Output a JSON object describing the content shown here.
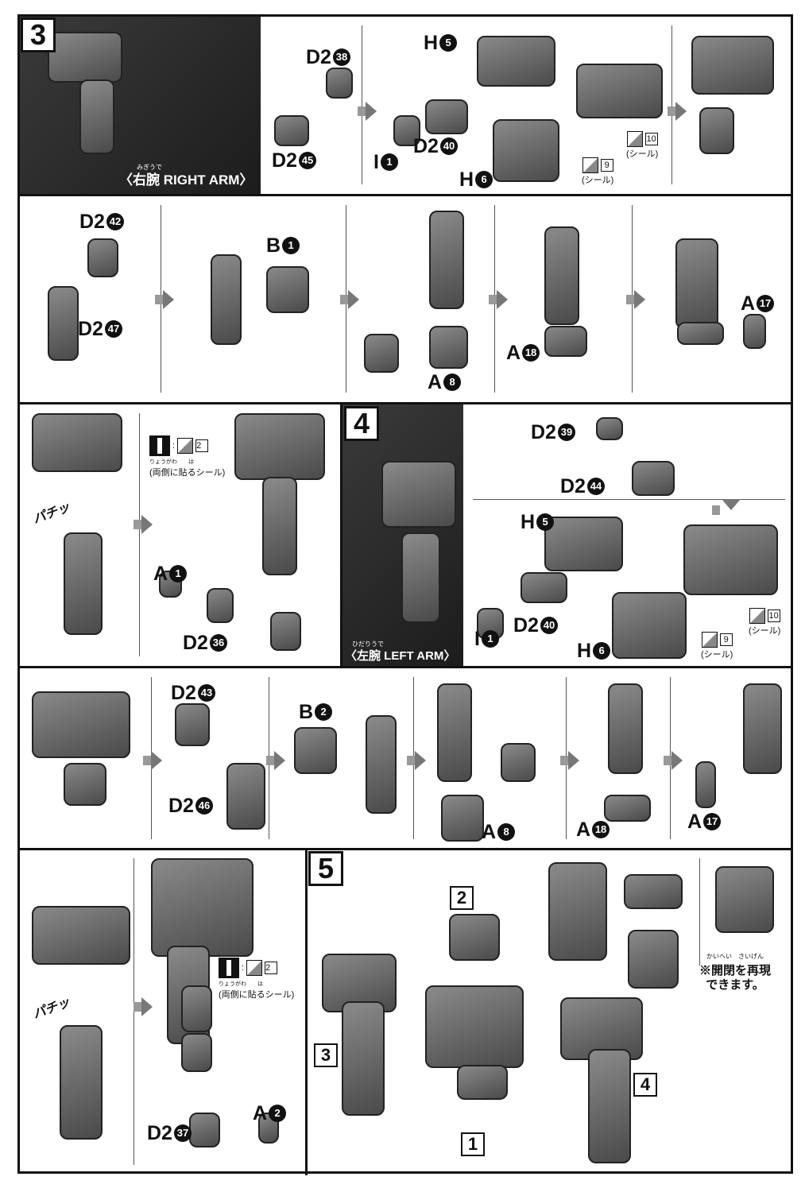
{
  "steps": {
    "s3": "3",
    "s4": "4",
    "s5": "5"
  },
  "captions": {
    "right_arm_ruby": "みぎうで",
    "right_arm": "〈右腕 RIGHT ARM〉",
    "left_arm_ruby": "ひだりうで",
    "left_arm": "〈左腕 LEFT ARM〉"
  },
  "part_labels": [
    {
      "id": "r1a",
      "part": "D2",
      "num": "38"
    },
    {
      "id": "r1b",
      "part": "D2",
      "num": "45"
    },
    {
      "id": "r1c",
      "part": "H",
      "num": "5"
    },
    {
      "id": "r1d",
      "part": "I",
      "num": "1"
    },
    {
      "id": "r1e",
      "part": "D2",
      "num": "40"
    },
    {
      "id": "r1f",
      "part": "H",
      "num": "6"
    },
    {
      "id": "r2a",
      "part": "D2",
      "num": "42"
    },
    {
      "id": "r2b",
      "part": "D2",
      "num": "47"
    },
    {
      "id": "r2c",
      "part": "B",
      "num": "1"
    },
    {
      "id": "r2d",
      "part": "A",
      "num": "8"
    },
    {
      "id": "r2e",
      "part": "A",
      "num": "18"
    },
    {
      "id": "r2f",
      "part": "A",
      "num": "17"
    },
    {
      "id": "r3a",
      "part": "A",
      "num": "1"
    },
    {
      "id": "r3b",
      "part": "D2",
      "num": "36"
    },
    {
      "id": "r3c",
      "part": "D2",
      "num": "39"
    },
    {
      "id": "r3d",
      "part": "D2",
      "num": "44"
    },
    {
      "id": "r3e",
      "part": "H",
      "num": "5"
    },
    {
      "id": "r3f",
      "part": "I",
      "num": "1"
    },
    {
      "id": "r3g",
      "part": "D2",
      "num": "40"
    },
    {
      "id": "r3h",
      "part": "H",
      "num": "6"
    },
    {
      "id": "r4a",
      "part": "D2",
      "num": "43"
    },
    {
      "id": "r4b",
      "part": "D2",
      "num": "46"
    },
    {
      "id": "r4c",
      "part": "B",
      "num": "2"
    },
    {
      "id": "r4d",
      "part": "A",
      "num": "8"
    },
    {
      "id": "r4e",
      "part": "A",
      "num": "18"
    },
    {
      "id": "r4f",
      "part": "A",
      "num": "17"
    },
    {
      "id": "r5a",
      "part": "A",
      "num": "2"
    },
    {
      "id": "r5b",
      "part": "D2",
      "num": "37"
    }
  ],
  "assembly_boxes": [
    "2",
    "3",
    "1",
    "4"
  ],
  "stickers": [
    {
      "id": "st1",
      "num": "9",
      "text": "(シール)"
    },
    {
      "id": "st2",
      "num": "10",
      "text": "(シール)"
    },
    {
      "id": "st3",
      "num": "9",
      "text": "(シール)"
    },
    {
      "id": "st4",
      "num": "10",
      "text": "(シール)"
    }
  ],
  "both_sides": [
    {
      "id": "b1",
      "num": "2",
      "ruby": "りょうがわ　　は",
      "text": "(両側に貼るシール)"
    },
    {
      "id": "b2",
      "num": "2",
      "ruby": "りょうがわ　　は",
      "text": "(両側に貼るシール)"
    }
  ],
  "snap_sound": "パチッ",
  "note": {
    "ruby": "かいへい　さいげん",
    "line1": "※開閉を再現",
    "line2": "できます。"
  }
}
